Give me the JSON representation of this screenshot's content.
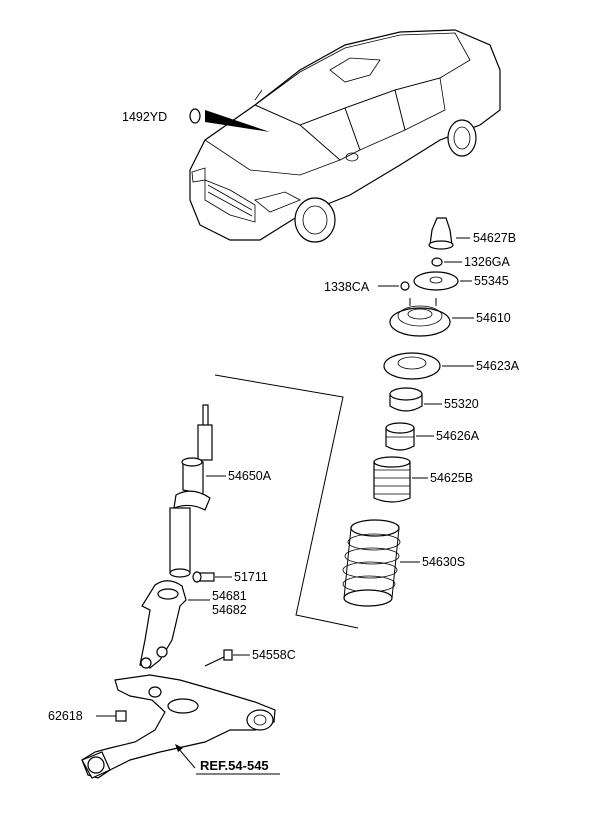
{
  "labels": {
    "car_badge": "1492YD",
    "bump_cap": "54627B",
    "nut_top": "1326GA",
    "insulator_plate": "55345",
    "nut_side": "1338CA",
    "strut_mount": "54610",
    "spring_pad_upper": "54623A",
    "bearing": "55320",
    "bumper_stop": "54626A",
    "dust_cover": "54625B",
    "strut": "54650A",
    "bolt_51711": "51711",
    "knuckle_bracket": "54681",
    "knuckle_bracket_2": "54682",
    "coil_spring": "54630S",
    "bolt_long": "54558C",
    "nut_62618": "62618",
    "reference": "REF.54-545"
  }
}
